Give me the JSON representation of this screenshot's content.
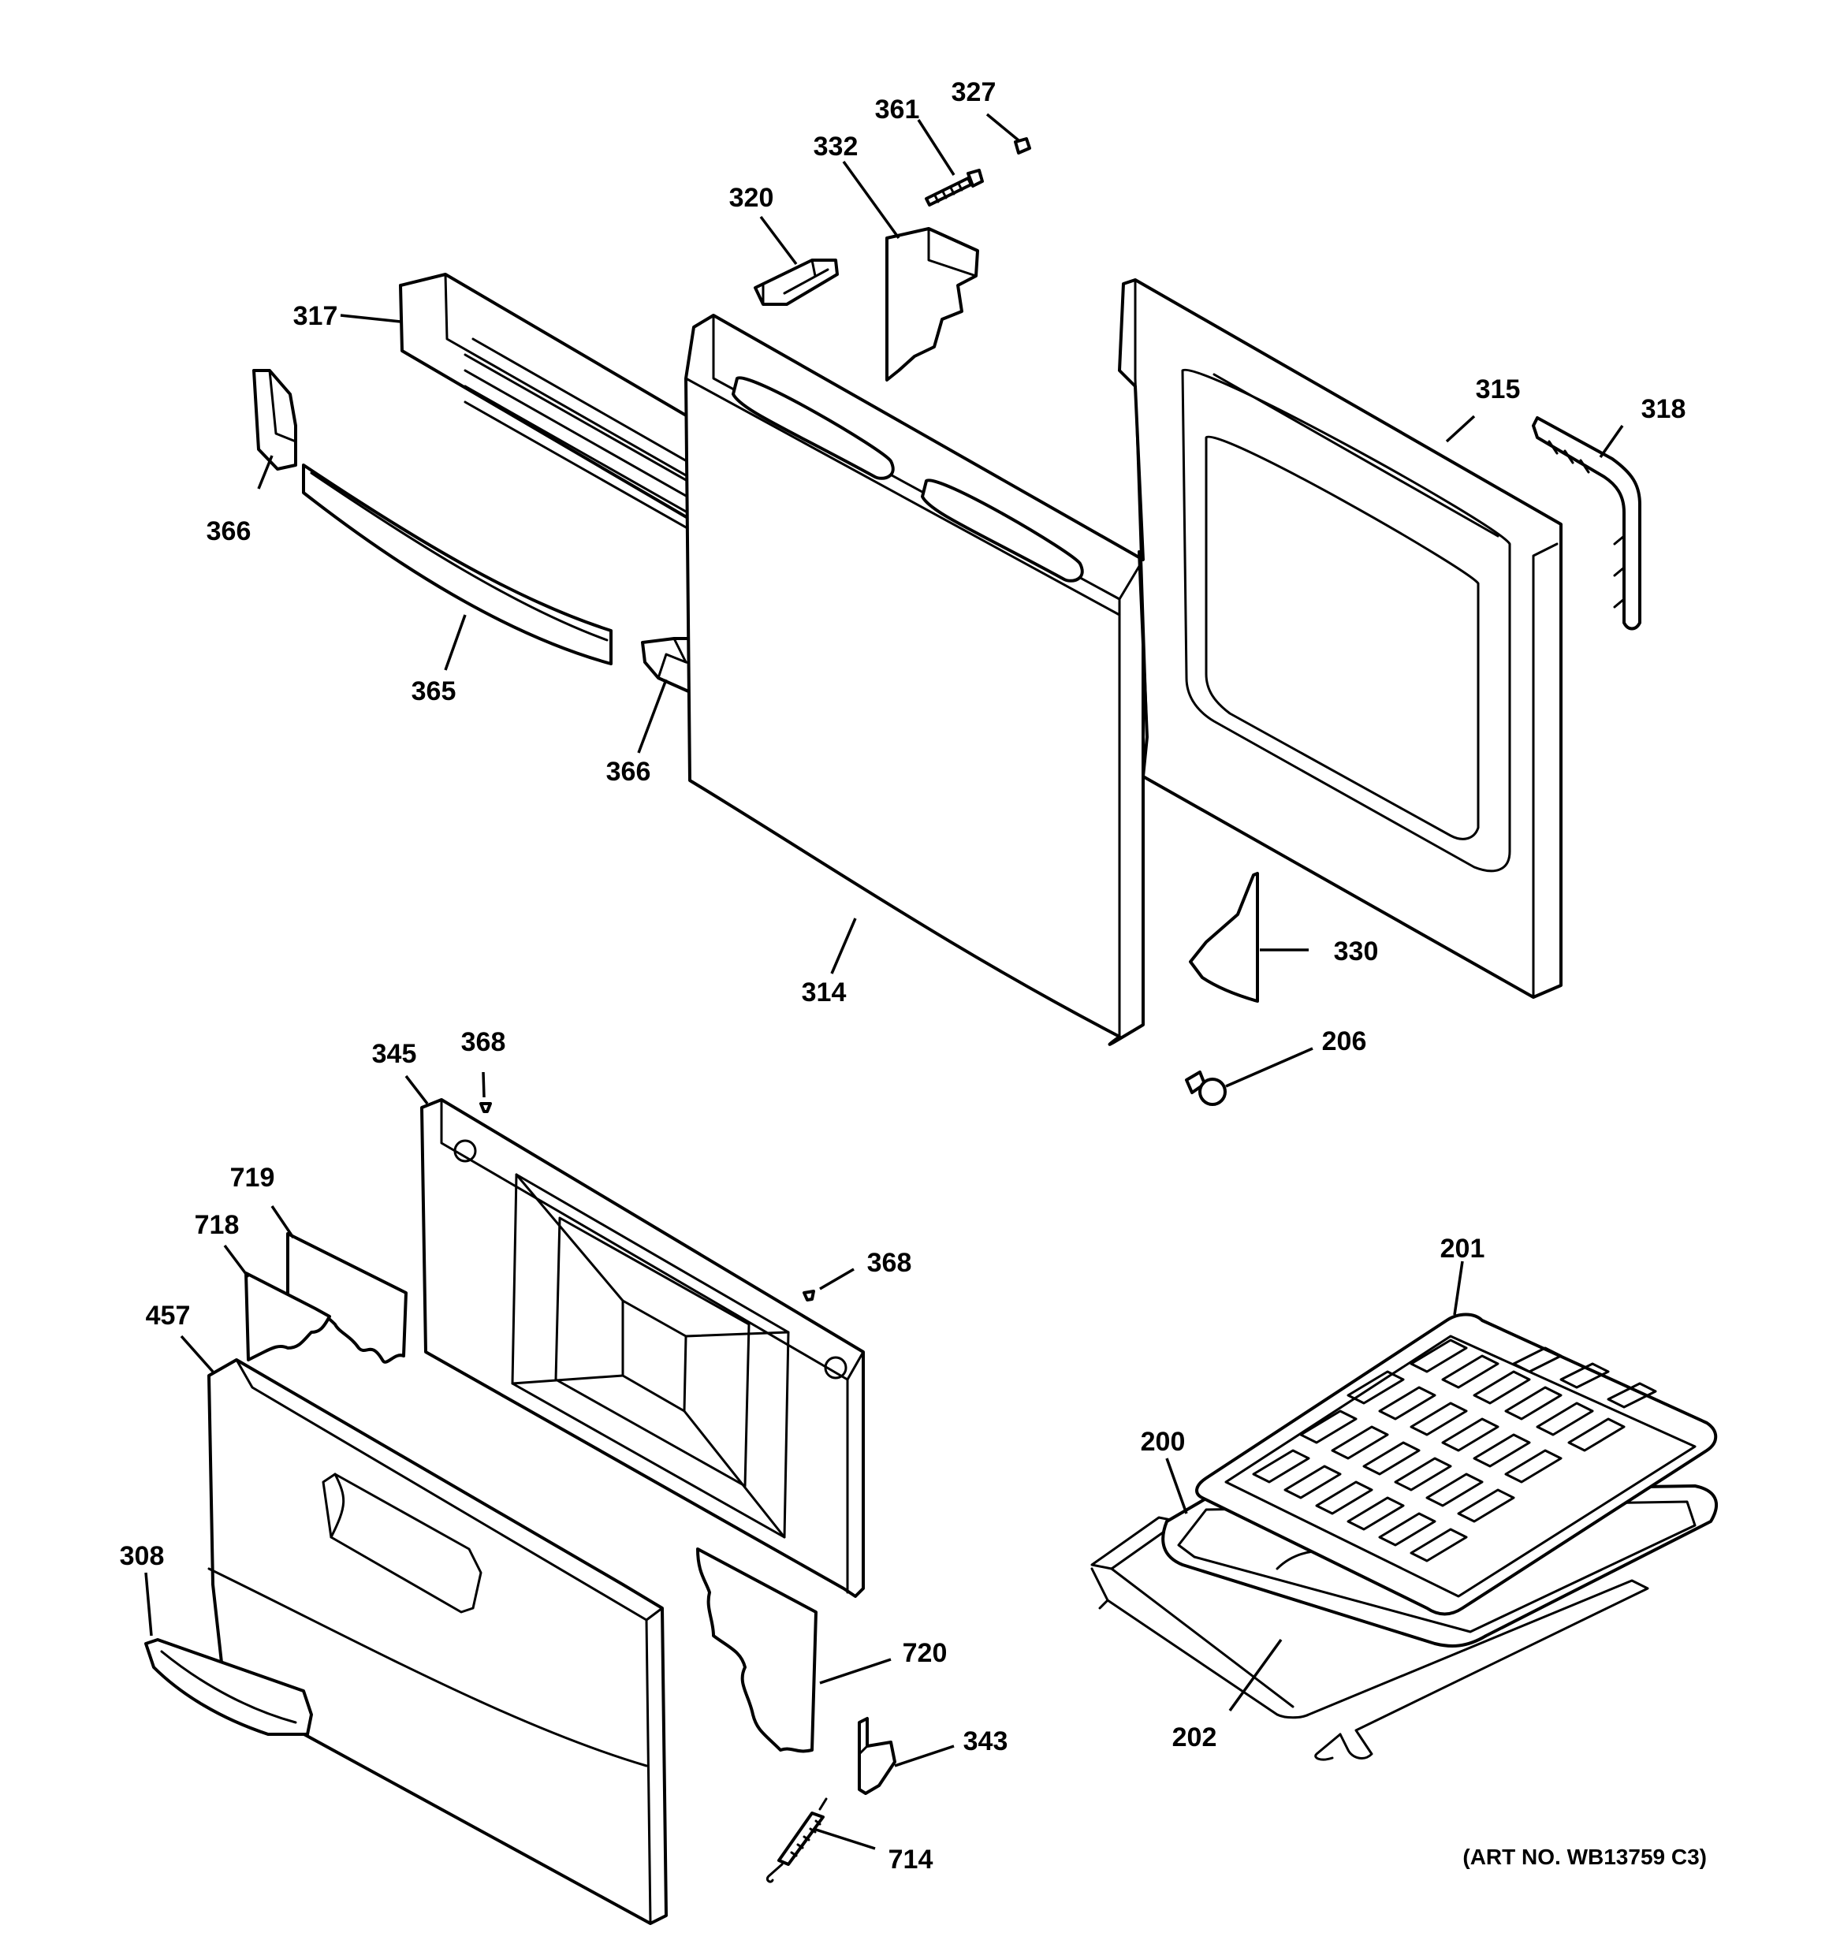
{
  "labels": {
    "p200": "200",
    "p201": "201",
    "p202": "202",
    "p206": "206",
    "p308": "308",
    "p314": "314",
    "p315": "315",
    "p317": "317",
    "p318": "318",
    "p320": "320",
    "p327": "327",
    "p330": "330",
    "p332": "332",
    "p343": "343",
    "p345": "345",
    "p361": "361",
    "p365": "365",
    "p366a": "366",
    "p366b": "366",
    "p368a": "368",
    "p368b": "368",
    "p457": "457",
    "p714": "714",
    "p718": "718",
    "p719": "719",
    "p720": "720"
  },
  "art_number": "(ART NO. WB13759 C3)"
}
